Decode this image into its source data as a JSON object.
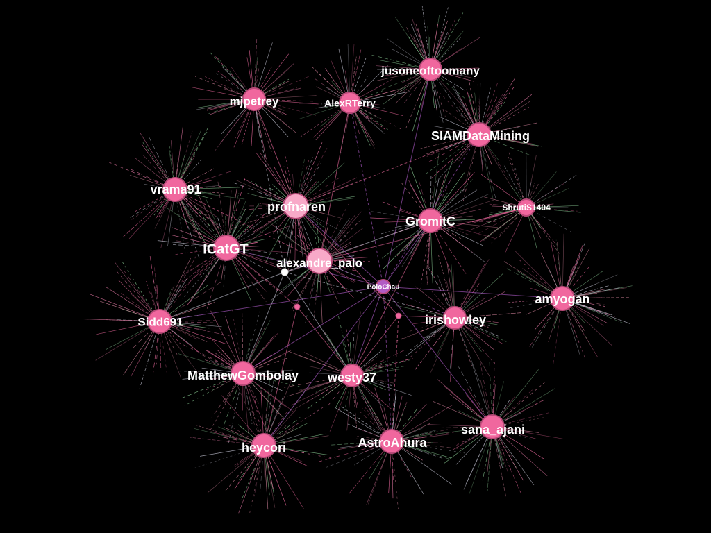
{
  "graph": {
    "background_color": "#000000",
    "node_color": "#f0679e",
    "node_stroke_color": "#b84a78",
    "light_node_color": "#f8a9c8",
    "purple_node_color": "#b25bc4",
    "edge_colors": [
      "#f06aa0",
      "#e97aa8",
      "#c8c8d8",
      "#8fd39a",
      "#d9869f",
      "#b65fd0"
    ],
    "label_color": "#ffffff",
    "nodes": [
      {
        "id": "jusoneoftoomany",
        "label": "jusoneoftoomany",
        "style": "pink",
        "icon": "user-node"
      },
      {
        "id": "mjpetrey",
        "label": "mjpetrey",
        "style": "pink",
        "icon": "user-node"
      },
      {
        "id": "AlexRTerry",
        "label": "AlexRTerry",
        "style": "pink",
        "icon": "user-node"
      },
      {
        "id": "SIAMDataMining",
        "label": "SIAMDataMining",
        "style": "pink",
        "icon": "user-node"
      },
      {
        "id": "vrama91",
        "label": "vrama91",
        "style": "pink",
        "icon": "user-node"
      },
      {
        "id": "profnaren",
        "label": "profnaren",
        "style": "light",
        "icon": "user-node"
      },
      {
        "id": "ShrutiS1404",
        "label": "ShrutiS1404",
        "style": "pink",
        "icon": "user-node"
      },
      {
        "id": "GromitC",
        "label": "GromitC",
        "style": "pink",
        "icon": "user-node"
      },
      {
        "id": "ICatGT",
        "label": "ICatGT",
        "style": "pink",
        "icon": "user-node"
      },
      {
        "id": "alexandre_palo",
        "label": "alexandre_palo",
        "style": "light",
        "icon": "user-node"
      },
      {
        "id": "PoloChau",
        "label": "PoloChau",
        "style": "purple",
        "icon": "user-node"
      },
      {
        "id": "amyogan",
        "label": "amyogan",
        "style": "pink",
        "icon": "user-node"
      },
      {
        "id": "irishowley",
        "label": "irishowley",
        "style": "pink",
        "icon": "user-node"
      },
      {
        "id": "Sidd691",
        "label": "Sidd691",
        "style": "pink",
        "icon": "user-node"
      },
      {
        "id": "MatthewGombolay",
        "label": "MatthewGombolay",
        "style": "pink",
        "icon": "user-node"
      },
      {
        "id": "westy37",
        "label": "westy37",
        "style": "pink",
        "icon": "user-node"
      },
      {
        "id": "sana_ajani",
        "label": "sana_ajani",
        "style": "pink",
        "icon": "user-node"
      },
      {
        "id": "AstroAhura",
        "label": "AstroAhura",
        "style": "pink",
        "icon": "user-node"
      },
      {
        "id": "heycori",
        "label": "heycori",
        "style": "pink",
        "icon": "user-node"
      },
      {
        "id": "u1",
        "label": "",
        "style": "white",
        "icon": "small-node"
      },
      {
        "id": "u2",
        "label": "",
        "style": "pink",
        "icon": "small-node"
      },
      {
        "id": "u3",
        "label": "",
        "style": "pink",
        "icon": "small-node"
      }
    ],
    "edges": [
      [
        "PoloChau",
        "alexandre_palo"
      ],
      [
        "PoloChau",
        "GromitC"
      ],
      [
        "PoloChau",
        "profnaren"
      ],
      [
        "PoloChau",
        "irishowley"
      ],
      [
        "PoloChau",
        "sana_ajani"
      ],
      [
        "PoloChau",
        "westy37"
      ],
      [
        "PoloChau",
        "AstroAhura"
      ],
      [
        "PoloChau",
        "heycori"
      ],
      [
        "PoloChau",
        "jusoneoftoomany"
      ],
      [
        "PoloChau",
        "AlexRTerry"
      ],
      [
        "PoloChau",
        "amyogan"
      ],
      [
        "PoloChau",
        "ICatGT"
      ],
      [
        "PoloChau",
        "SIAMDataMining"
      ],
      [
        "PoloChau",
        "MatthewGombolay"
      ],
      [
        "PoloChau",
        "Sidd691"
      ],
      [
        "u1",
        "alexandre_palo"
      ],
      [
        "u1",
        "profnaren"
      ],
      [
        "u1",
        "GromitC"
      ],
      [
        "u1",
        "mjpetrey"
      ],
      [
        "u1",
        "MatthewGombolay"
      ],
      [
        "u1",
        "westy37"
      ],
      [
        "u1",
        "irishowley"
      ],
      [
        "u1",
        "Sidd691"
      ],
      [
        "u3",
        "westy37"
      ],
      [
        "u3",
        "AstroAhura"
      ],
      [
        "u3",
        "profnaren"
      ],
      [
        "u3",
        "irishowley"
      ],
      [
        "u2",
        "ICatGT"
      ],
      [
        "u2",
        "heycori"
      ],
      [
        "u2",
        "westy37"
      ],
      [
        "alexandre_palo",
        "vrama91"
      ],
      [
        "alexandre_palo",
        "ShrutiS1404"
      ],
      [
        "alexandre_palo",
        "AlexRTerry"
      ],
      [
        "profnaren",
        "SIAMDataMining"
      ],
      [
        "mjpetrey",
        "profnaren"
      ],
      [
        "GromitC",
        "westy37"
      ]
    ]
  }
}
